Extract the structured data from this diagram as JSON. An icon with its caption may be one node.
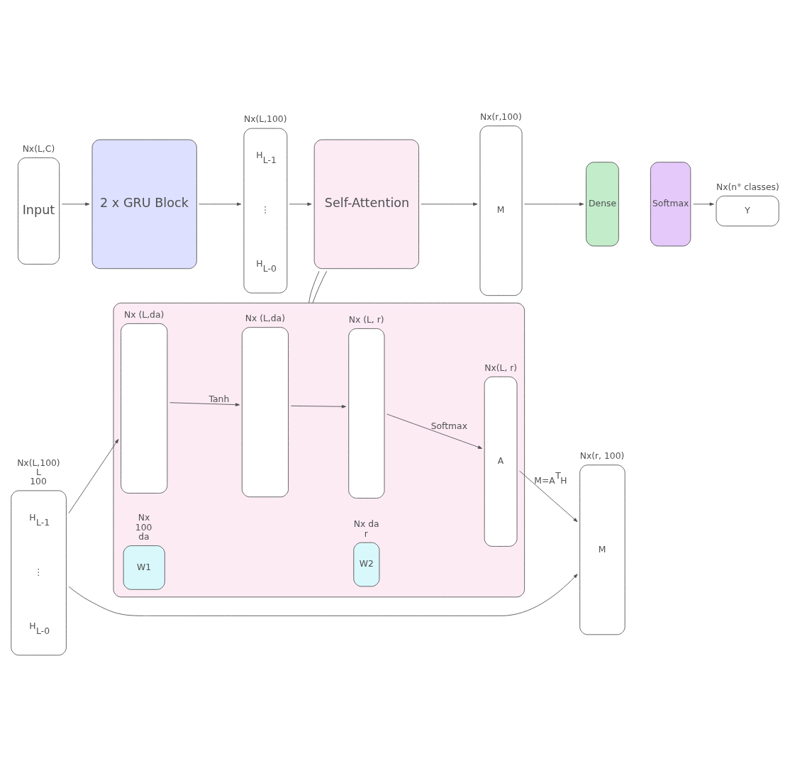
{
  "diagram": {
    "nodes": [
      {
        "text": [
          "Input"
        ],
        "beside": [
          "Nx(L,C)"
        ]
      },
      {
        "text": [
          "2 x GRU Block"
        ]
      },
      {
        "text": [
          "H$_{L-1}$",
          "⋮",
          "H$_{L-0}$"
        ],
        "beside": [
          "Nx(L,100)"
        ]
      },
      {
        "text": [
          "Self-Attention"
        ]
      },
      {
        "text": [
          "M"
        ],
        "beside": [
          "Nx(r,100)"
        ]
      },
      {
        "text": [
          "Dense"
        ]
      },
      {
        "text": [
          "Softmax"
        ]
      },
      {
        "text": [
          "Y"
        ],
        "beside": [
          "Nx(n° classes)"
        ]
      },
      {
        "text": [],
        "shape": "box"
      },
      {
        "text": [
          "H$_{L-1}$",
          "⋮",
          "H$_{L-0}$"
        ],
        "beside": [
          "Nx(L,100)",
          "L",
          "100"
        ]
      },
      {
        "text": [],
        "shape": "box",
        "in": 8,
        "beside": [
          "Nx (L,da)"
        ]
      },
      {
        "text": [
          "W1"
        ],
        "in": 8,
        "beside": [
          "Nx",
          "100",
          "da"
        ]
      },
      {
        "text": [],
        "shape": "box",
        "in": 8,
        "beside": [
          "Nx (L,da)"
        ]
      },
      {
        "text": [],
        "shape": "box",
        "in": 8,
        "beside": [
          "Nx (L, r)"
        ]
      },
      {
        "text": [
          "W2"
        ],
        "in": 8,
        "beside": [
          "Nx da",
          "r"
        ]
      },
      {
        "text": [
          "A"
        ],
        "in": 8,
        "beside": [
          "Nx(L, r)"
        ]
      },
      {
        "text": [
          "M"
        ],
        "beside": [
          "Nx(r, 100)"
        ]
      }
    ],
    "edges": [
      {
        "from": 0,
        "to": 1,
        "arrow": "to"
      },
      {
        "from": 1,
        "to": 2,
        "arrow": "to"
      },
      {
        "from": 2,
        "to": 3,
        "arrow": "to"
      },
      {
        "from": 3,
        "to": 4,
        "arrow": "to"
      },
      {
        "from": 4,
        "to": 5,
        "arrow": "to"
      },
      {
        "from": 6,
        "to": 7,
        "arrow": "to"
      },
      {
        "from": 3,
        "to": 8,
        "arrow": "none"
      },
      {
        "from": 3,
        "to": 8,
        "arrow": "none"
      },
      {
        "from": 9,
        "to": 10,
        "arrow": "to"
      },
      {
        "from": 10,
        "to": 12,
        "arrow": "to",
        "label": "Tanh"
      },
      {
        "from": 12,
        "to": 13,
        "arrow": "to"
      },
      {
        "from": 13,
        "to": 15,
        "arrow": "to",
        "label": "Softmax"
      },
      {
        "from": 15,
        "to": 16,
        "arrow": "to",
        "label": "M=A$^{T}$H"
      },
      {
        "from": 9,
        "to": 16,
        "arrow": "to"
      }
    ]
  }
}
